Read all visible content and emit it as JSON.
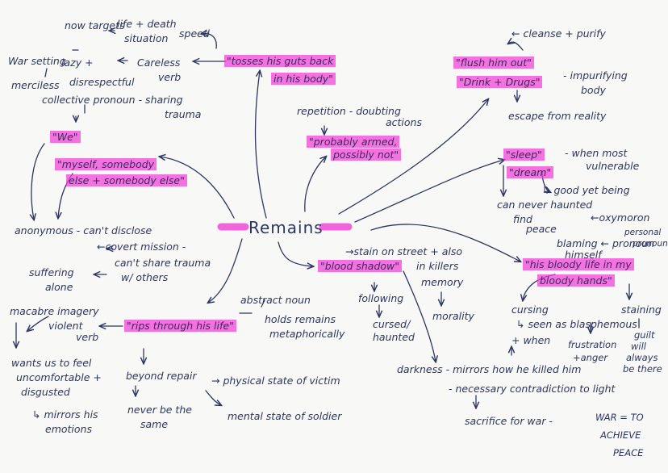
{
  "central": "Remains",
  "notes": {
    "now_targets": "now targets",
    "life_death": "life + death",
    "situation": "situation",
    "speed": "speed",
    "war_setting": "War setting",
    "lazy": "lazy +",
    "careless": "Careless",
    "merciless": "merciless",
    "disrespectful": "disrespectful",
    "verb1": "verb",
    "tosses_line1": "\"tosses his guts back",
    "tosses_line2": "in his body\"",
    "collective": "collective pronoun - sharing",
    "trauma": "trauma",
    "we": "\"We\"",
    "myself_line1": "\"myself, somebody",
    "myself_line2": "else + somebody else\"",
    "anonymous": "anonymous - can't disclose",
    "covert": "←covert mission -",
    "cant_share": "can't share trauma",
    "others": "w/ others",
    "suffering": "suffering",
    "alone": "alone",
    "macabre": "macabre imagery",
    "violent": "violent",
    "verb2": "verb",
    "rips": "\"rips through his life\"",
    "abstract": "abstract noun",
    "holds": "holds remains",
    "metaphor": "metaphorically",
    "wants_line1": "wants us to feel",
    "wants_line2": "uncomfortable +",
    "wants_line3": "disgusted",
    "mirrors_line1": "↳ mirrors his",
    "mirrors_line2": "emotions",
    "beyond": "beyond repair",
    "physical": "→ physical state of victim",
    "never_line1": "never be the",
    "never_line2": "same",
    "mental": "mental state of soldier",
    "repetition": "repetition - doubting",
    "actions": "actions",
    "probably_line1": "\"probably armed,",
    "probably_line2": "possibly not\"",
    "stain": "→stain on street + also",
    "in_killers": "in killers",
    "memory": "memory",
    "blood_shadow": "\"blood shadow\"",
    "following": "following",
    "cursed": "cursed/",
    "haunted": "haunted",
    "morality": "morality",
    "darkness": "darkness - mirrors how he killed him",
    "necessary": "- necessary contradiction to light",
    "sacrifice": "sacrifice for war  -",
    "war_eq": "WAR = TO",
    "achieve": "ACHIEVE",
    "peace_caps": "PEACE",
    "cleanse": "← cleanse + purify",
    "flush": "\"flush him out\"",
    "drink": "\"Drink + Drugs\"",
    "impurifying": "- impurifying",
    "body": "body",
    "escape": "escape from reality",
    "sleep": "\"sleep\"",
    "dream": "\"dream\"",
    "when_most": "- when most",
    "vulnerable": "vulnerable",
    "good_yet": "↳ good yet being",
    "can_never": "can never haunted",
    "find": "find",
    "peace": "peace",
    "oxymoron": "←oxymoron",
    "personal": "personal",
    "pronoun": "pronoun",
    "blaming": "blaming ← pronoun",
    "himself": "himself",
    "his_bloody": "\"his bloody life in my",
    "bloody_hands": "bloody hands\"",
    "cursing": "cursing",
    "seen_as": "↳ seen as blasphemous",
    "when": "+ when",
    "frustration": "frustration",
    "anger": "+anger",
    "staining": "staining",
    "guilt_line1": "guilt",
    "guilt_line2": "will",
    "guilt_line3": "always",
    "guilt_line4": "be there"
  }
}
